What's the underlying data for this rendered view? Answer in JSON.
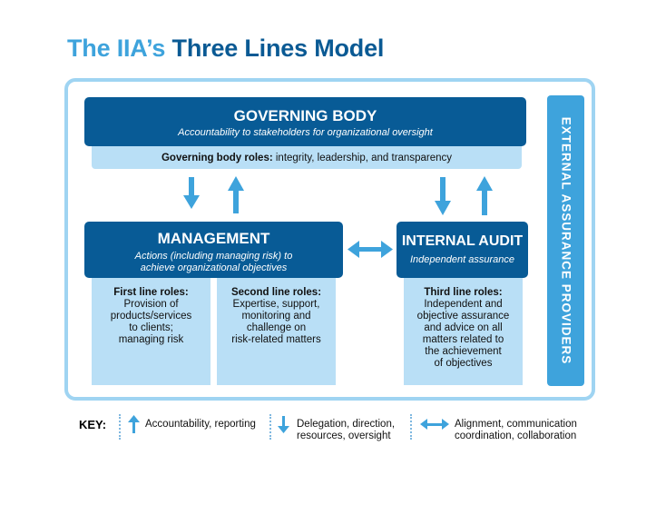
{
  "title": {
    "part1": "The IIA’s",
    "part2": "Three Lines Model"
  },
  "governing_body": {
    "title": "GOVERNING BODY",
    "subtitle": "Accountability to stakeholders for organizational oversight",
    "roles_label": "Governing body roles:",
    "roles_text": "integrity, leadership, and transparency"
  },
  "management": {
    "title": "MANAGEMENT",
    "subtitle_line1": "Actions (including managing risk) to",
    "subtitle_line2": "achieve organizational objectives",
    "first_line": {
      "label": "First line roles:",
      "lines": [
        "Provision of",
        "products/services",
        "to clients;",
        "managing risk"
      ]
    },
    "second_line": {
      "label": "Second line roles:",
      "lines": [
        "Expertise, support,",
        "monitoring and",
        "challenge on",
        "risk-related matters"
      ]
    }
  },
  "internal_audit": {
    "title": "INTERNAL AUDIT",
    "subtitle": "Independent assurance",
    "third_line": {
      "label": "Third line roles:",
      "lines": [
        "Independent and",
        "objective assurance",
        "and advice on all",
        "matters related to",
        "the achievement",
        "of objectives"
      ]
    }
  },
  "external": {
    "label": "EXTERNAL ASSURANCE PROVIDERS"
  },
  "key": {
    "label": "KEY:",
    "up": "Accountability, reporting",
    "down_line1": "Delegation, direction,",
    "down_line2": "resources, oversight",
    "both_line1": "Alignment, communication",
    "both_line2": "coordination, collaboration"
  },
  "colors": {
    "dark_blue": "#085b96",
    "light_blue": "#b9dff6",
    "accent_blue": "#3ea3dc",
    "frame_blue": "#9fd4f2"
  },
  "icons": [
    "arrow-up-icon",
    "arrow-down-icon",
    "double-arrow-icon"
  ]
}
